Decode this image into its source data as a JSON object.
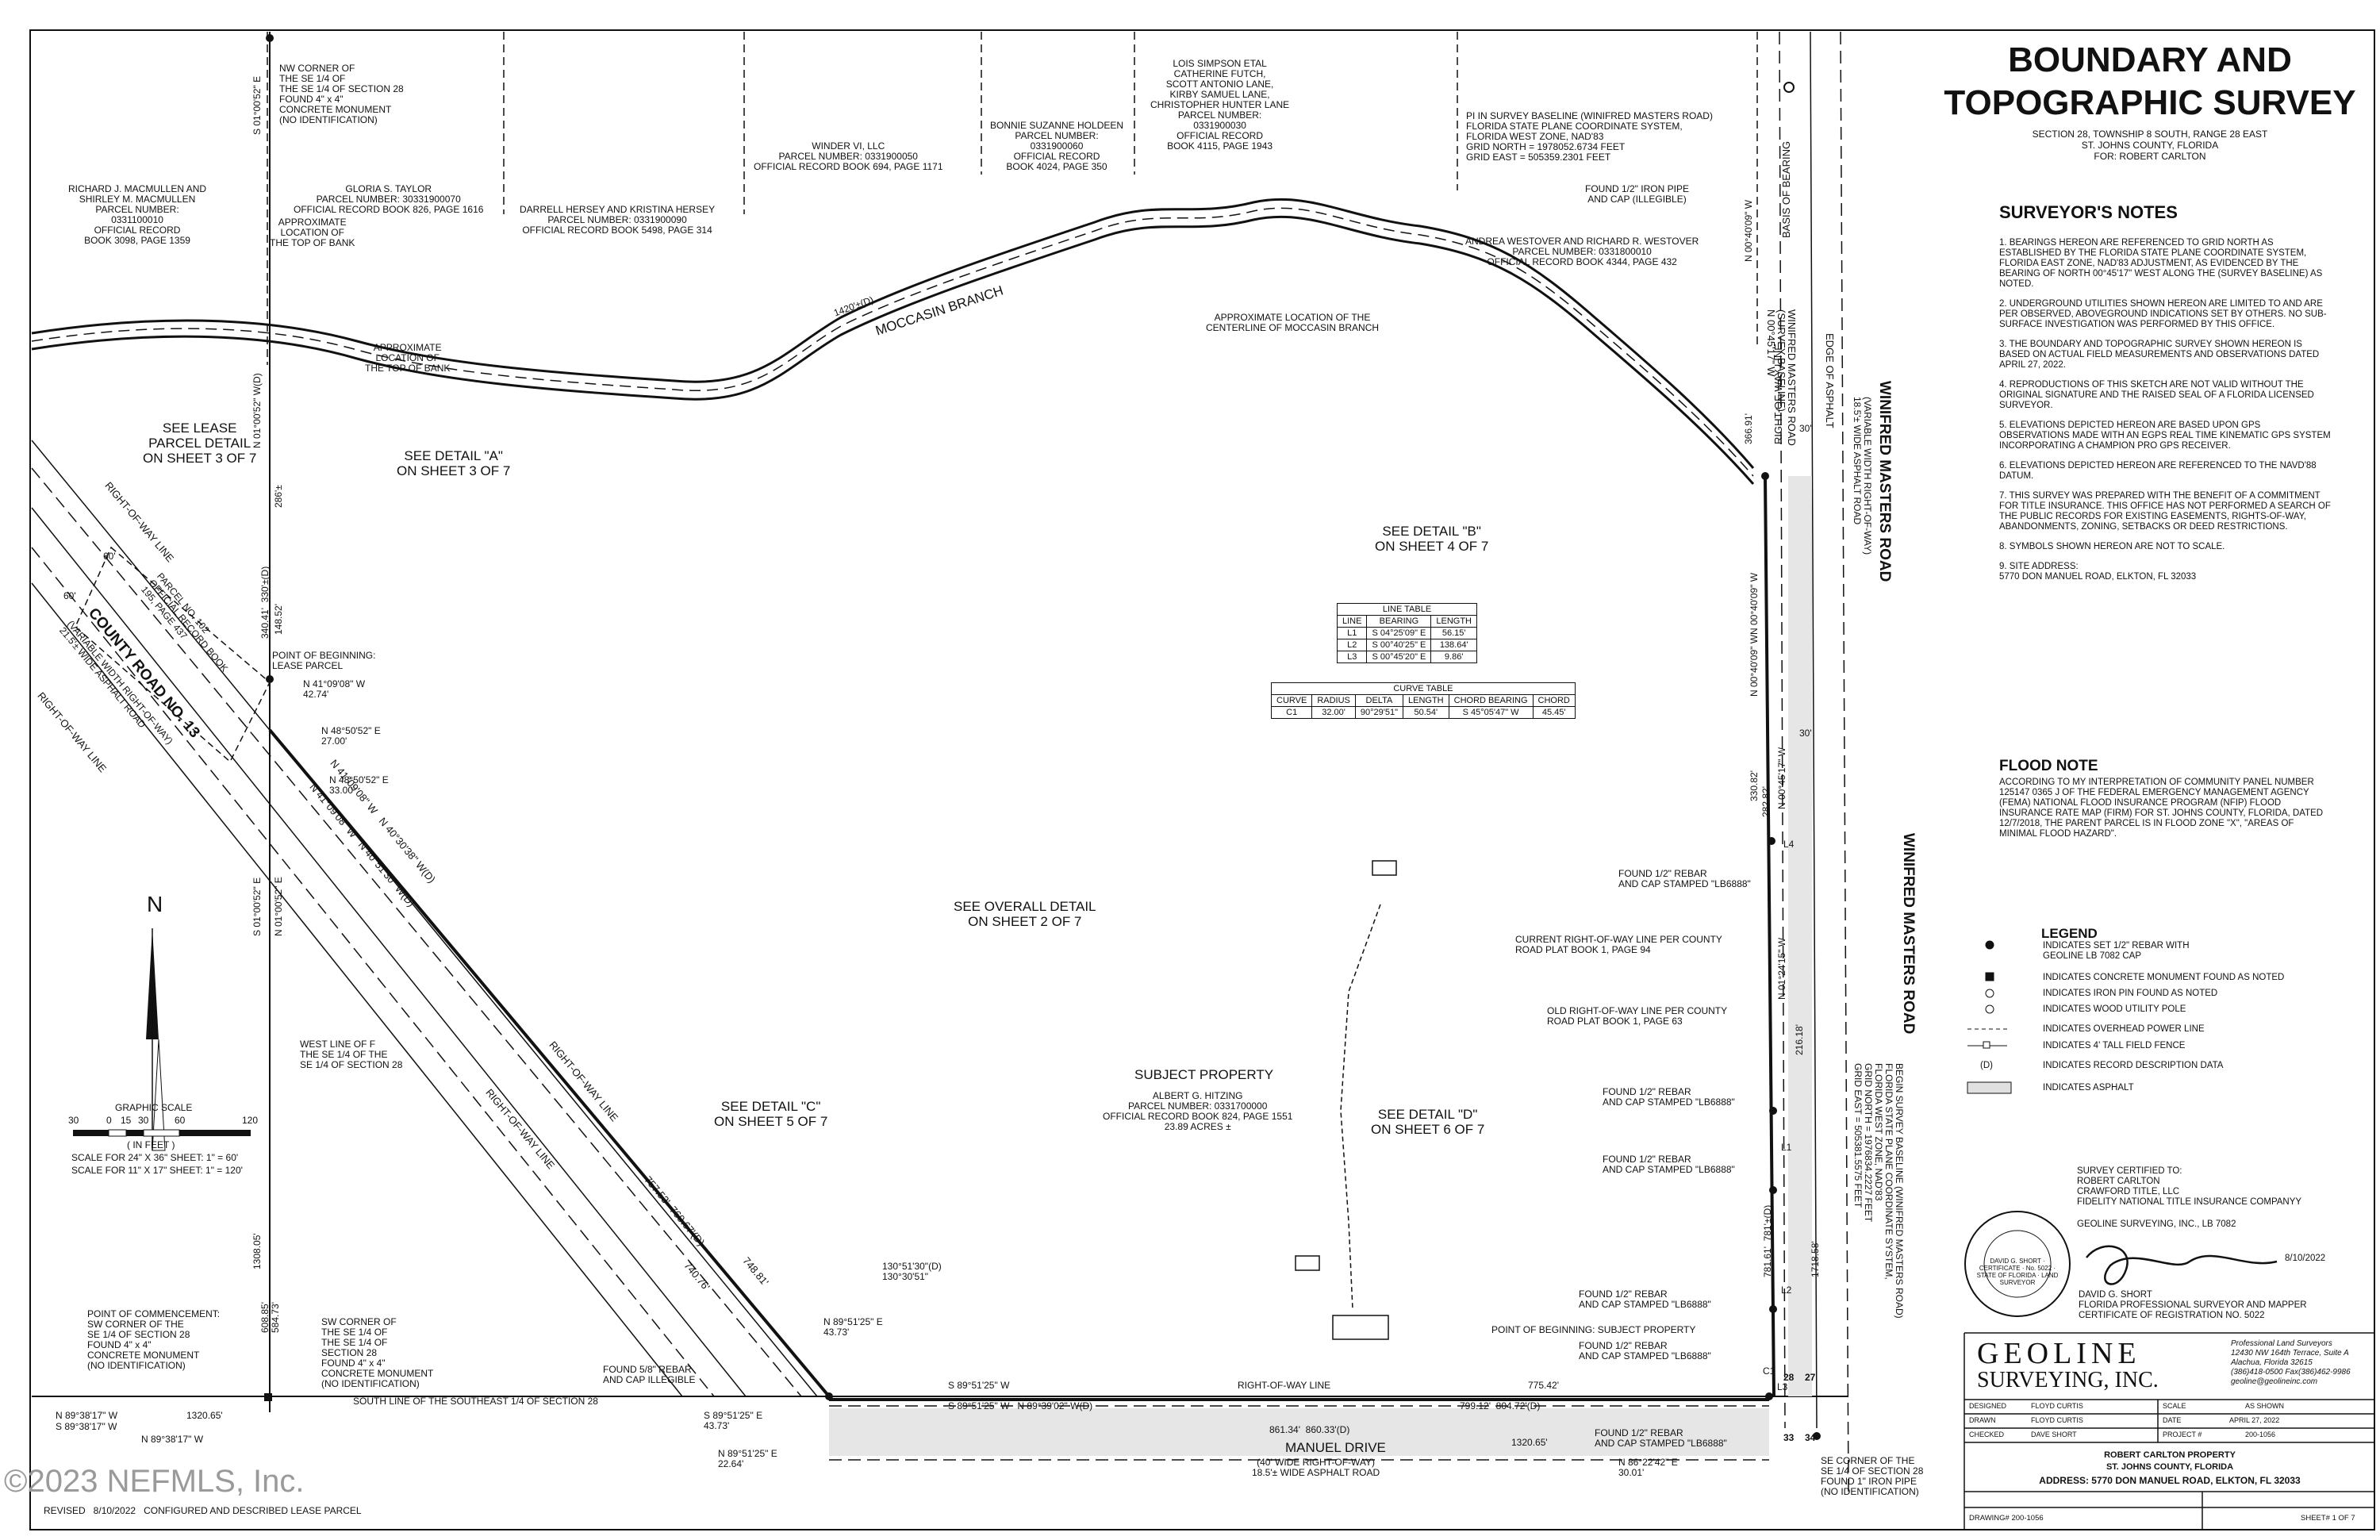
{
  "title_block": {
    "title_line1": "BOUNDARY AND",
    "title_line2": "TOPOGRAPHIC SURVEY",
    "sub1": "SECTION 28, TOWNSHIP 8 SOUTH, RANGE 28 EAST",
    "sub2": "ST. JOHNS COUNTY, FLORIDA",
    "sub3": "FOR: ROBERT CARLTON",
    "notes_heading": "SURVEYOR'S NOTES",
    "notes": [
      "1.  BEARINGS HEREON ARE REFERENCED TO GRID NORTH AS ESTABLISHED BY THE FLORIDA STATE PLANE COORDINATE SYSTEM, FLORIDA EAST ZONE, NAD'83 ADJUSTMENT, AS EVIDENCED BY THE BEARING OF NORTH 00°45'17\" WEST ALONG THE (SURVEY BASELINE) AS NOTED.",
      "2.  UNDERGROUND UTILITIES SHOWN HEREON ARE LIMITED TO AND ARE PER OBSERVED, ABOVEGROUND INDICATIONS SET BY OTHERS. NO SUB-SURFACE INVESTIGATION WAS PERFORMED BY THIS OFFICE.",
      "3.  THE BOUNDARY AND TOPOGRAPHIC SURVEY SHOWN HEREON IS BASED ON ACTUAL FIELD MEASUREMENTS AND OBSERVATIONS DATED APRIL 27, 2022.",
      "4.  REPRODUCTIONS OF THIS SKETCH ARE NOT VALID WITHOUT THE ORIGINAL SIGNATURE AND THE RAISED SEAL OF A FLORIDA LICENSED SURVEYOR.",
      "5.  ELEVATIONS DEPICTED HEREON ARE BASED UPON GPS OBSERVATIONS MADE WITH AN EGPS REAL TIME KINEMATIC GPS SYSTEM INCORPORATING A CHAMPION PRO GPS RECEIVER.",
      "6.  ELEVATIONS DEPICTED HEREON ARE REFERENCED TO THE NAVD'88 DATUM.",
      "7.  THIS SURVEY WAS PREPARED WITH THE BENEFIT OF A COMMITMENT FOR TITLE INSURANCE. THIS OFFICE HAS NOT PERFORMED A SEARCH OF THE PUBLIC RECORDS FOR EXISTING EASEMENTS, RIGHTS-OF-WAY, ABANDONMENTS, ZONING, SETBACKS OR DEED RESTRICTIONS.",
      "8.  SYMBOLS SHOWN HEREON ARE NOT TO SCALE.",
      "9.  SITE ADDRESS:\n5770 DON MANUEL ROAD, ELKTON, FL 32033"
    ],
    "flood_heading": "FLOOD NOTE",
    "flood_text": "ACCORDING TO MY INTERPRETATION OF COMMUNITY PANEL NUMBER 125147 0365 J OF THE FEDERAL EMERGENCY MANAGEMENT AGENCY (FEMA) NATIONAL FLOOD INSURANCE PROGRAM (NFIP) FLOOD INSURANCE RATE MAP (FIRM) FOR ST. JOHNS COUNTY, FLORIDA, DATED 12/7/2018, THE PARENT PARCEL IS IN FLOOD ZONE \"X\", \"AREAS OF MINIMAL FLOOD HAZARD\".",
    "legend_heading": "LEGEND",
    "legend": [
      "INDICATES SET 1/2\" REBAR WITH\nGEOLINE LB 7082 CAP",
      "INDICATES CONCRETE MONUMENT FOUND AS NOTED",
      "INDICATES IRON PIN FOUND AS NOTED",
      "INDICATES WOOD UTILITY POLE",
      "INDICATES OVERHEAD POWER LINE",
      "INDICATES 4' TALL FIELD FENCE",
      "INDICATES RECORD DESCRIPTION DATA",
      "INDICATES ASPHALT"
    ],
    "legend_record_symbol": "(D)",
    "certified_to": "SURVEY CERTIFIED TO:\nROBERT CARLTON\nCRAWFORD TITLE, LLC\nFIDELITY NATIONAL TITLE INSURANCE COMPANYY",
    "geoline_lb": "GEOLINE SURVEYING, INC., LB 7082",
    "signature": "David G. Short",
    "signature_date": "8/10/2022",
    "surveyor": "DAVID G. SHORT\nFLORIDA PROFESSIONAL SURVEYOR AND MAPPER\nCERTIFICATE OF REGISTRATION NO. 5022",
    "seal_text": "DAVID G. SHORT · CERTIFICATE · No. 5022 · STATE OF FLORIDA · LAND SURVEYOR",
    "company_line1": "GEOLINE",
    "company_line2": "SURVEYING, INC.",
    "company_info": "Professional Land Surveyors\n12430 NW 164th Terrace, Suite A\nAlachua, Florida 32615\n(386)418-0500 Fax(386)462-9986\ngeoline@geolineinc.com",
    "block_rows": [
      [
        "DESIGNED",
        "FLOYD CURTIS",
        "SCALE",
        "AS SHOWN"
      ],
      [
        "DRAWN",
        "FLOYD CURTIS",
        "DATE",
        "APRIL 27, 2022"
      ],
      [
        "CHECKED",
        "DAVE SHORT",
        "PROJECT #",
        "200-1056"
      ]
    ],
    "project_name": "ROBERT CARLTON PROPERTY",
    "project_county": "ST. JOHNS COUNTY, FLORIDA",
    "project_address": "ADDRESS: 5770 DON MANUEL ROAD, ELKTON, FL 32033",
    "drawing_no": "DRAWING# 200-1056",
    "sheet_no": "SHEET# 1 OF 7"
  },
  "line_table": {
    "caption": "LINE TABLE",
    "headers": [
      "LINE",
      "BEARING",
      "LENGTH"
    ],
    "rows": [
      [
        "L1",
        "S 04°25'09\" E",
        "56.15'"
      ],
      [
        "L2",
        "S 00°40'25\" E",
        "138.64'"
      ],
      [
        "L3",
        "S 00°45'20\" E",
        "9.86'"
      ]
    ]
  },
  "curve_table": {
    "caption": "CURVE TABLE",
    "headers": [
      "CURVE",
      "RADIUS",
      "DELTA",
      "LENGTH",
      "CHORD BEARING",
      "CHORD"
    ],
    "rows": [
      [
        "C1",
        "32.00'",
        "90°29'51\"",
        "50.54'",
        "S 45°05'47\" W",
        "45.45'"
      ]
    ]
  },
  "plan": {
    "subject_property": "SUBJECT PROPERTY",
    "subject_owner": "ALBERT G. HITZING\nPARCEL NUMBER: 0331700000\nOFFICIAL RECORD BOOK 824, PAGE 1551\n23.89 ACRES ±",
    "detail_a": "SEE DETAIL \"A\"\nON SHEET 3 OF 7",
    "detail_b": "SEE DETAIL \"B\"\nON SHEET 4 OF 7",
    "detail_c": "SEE DETAIL \"C\"\nON SHEET 5 OF 7",
    "detail_d": "SEE DETAIL \"D\"\nON SHEET 6 OF 7",
    "overall": "SEE OVERALL DETAIL\nON SHEET 2 OF 7",
    "lease": "SEE LEASE\nPARCEL DETAIL\nON SHEET 3 OF 7",
    "moccasin": "MOCCASIN BRANCH",
    "moccasin_len": "1420'±(D)",
    "moccasin_note": "APPROXIMATE LOCATION OF THE\nCENTERLINE OF MOCCASIN BRANCH",
    "top_bank_1": "APPROXIMATE\nLOCATION OF\nTHE TOP OF BANK",
    "top_bank_2": "APPROXIMATE\nLOCATION OF\nTHE TOP OF BANK",
    "nw_corner": "NW CORNER OF\nTHE SE 1/4 OF\nTHE SE 1/4 OF SECTION 28\nFOUND 4\" x 4\"\nCONCRETE MONUMENT\n(NO IDENTIFICATION)",
    "macmullen": "RICHARD J. MACMULLEN AND\nSHIRLEY M. MACMULLEN\nPARCEL NUMBER:\n0331100010\nOFFICIAL RECORD\nBOOK 3098, PAGE 1359",
    "taylor": "GLORIA S. TAYLOR\nPARCEL NUMBER: 30331900070\nOFFICIAL RECORD BOOK 826, PAGE 1616",
    "hersey": "DARRELL HERSEY AND KRISTINA HERSEY\nPARCEL NUMBER: 0331900090\nOFFICIAL RECORD BOOK 5498, PAGE 314",
    "winder": "WINDER VI, LLC\nPARCEL NUMBER: 0331900050\nOFFICIAL RECORD BOOK 694, PAGE 1171",
    "holdeen": "BONNIE SUZANNE HOLDEEN\nPARCEL NUMBER:\n0331900060\nOFFICIAL RECORD\nBOOK 4024, PAGE 350",
    "simpson": "LOIS SIMPSON ETAL\nCATHERINE FUTCH,\nSCOTT ANTONIO LANE,\nKIRBY SAMUEL LANE,\nCHRISTOPHER HUNTER LANE\nPARCEL NUMBER:\n0331900030\nOFFICIAL RECORD\nBOOK 4115, PAGE 1943",
    "pi_baseline": "PI IN SURVEY BASELINE (WINIFRED MASTERS ROAD)\nFLORIDA STATE PLANE COORDINATE SYSTEM,\nFLORIDA WEST ZONE, NAD'83\nGRID NORTH = 1978052.6734 FEET\nGRID EAST = 505359.2301 FEET",
    "iron_pipe": "FOUND 1/2\" IRON PIPE\nAND CAP (ILLEGIBLE)",
    "westover": "ANDREA WESTOVER AND RICHARD R. WESTOVER\nPARCEL NUMBER: 0331800010\nOFFICIAL RECORD BOOK 4344, PAGE 432",
    "winifred_road": "WINIFRED MASTERS ROAD",
    "winifred_row": "(VARIABLE WIDTH RIGHT-OF-WAY)\n18.5'± WIDE ASPHALT ROAD",
    "winifred_road_2": "WINIFRED MASTERS ROAD\n(SURVEY BASELINE)\nN 00°45'17\" W",
    "basis": "BASIS OF BEARING",
    "edge_asphalt": "EDGE OF ASPHALT",
    "row_line": "RIGHT-OF-WAY LINE",
    "county_road": "COUNTY ROAD NO. 13",
    "county_row": "(VARIABLE WIDTH RIGHT-OF-WAY)\n21.5'± WIDE ASPHALT ROAD",
    "parcel_102": "PARCEL NO. 102\nOFFICIAL RECORD BOOK\n195, PAGE 437",
    "pob_lease": "POINT OF BEGINNING:\nLEASE PARCEL",
    "b_n41": "N 41°09'08\" W\n42.74'",
    "b_n48a": "N 48°50'52\" E\n27.00'",
    "b_n48b": "N 48°50'52\" E\n33.00'",
    "b_diag": "N 41°09'08\" W   N 40°30'38\" W(D)",
    "b_diag2": "N 41°09'08\" W   N 40°51'30\" W(D)",
    "b_757": "757.53'  760.67'(D)",
    "b_748": "748.81'",
    "b_740": "740.76'",
    "b_130": "130°51'30\"(D)\n130°30'51\"",
    "b_n89": "N 89°51'25\" E\n43.73'",
    "b_s89a": "S 89°51'25\" E\n43.73'",
    "b_n89b": "N 89°51'25\" E\n22.64'",
    "b_s89_row": "S 89°51'25\" W",
    "b_s89_row2": "S 89°51'25\" W   N 89°39'02\" W(D)",
    "b_799": "799.12'  804.72'(D)",
    "b_775": "775.42'",
    "b_861": "861.34'  860.33'(D)",
    "b_1320a": "1320.65'",
    "b_1320b": "1320.65'",
    "b_n89_38": "N 89°38'17\" W",
    "b_s89_38": "S 89°38'17\" W",
    "south_line": "SOUTH LINE OF THE SOUTHEAST 1/4 OF SECTION 28",
    "manuel_drive": "MANUEL DRIVE",
    "manuel_row": "(40' WIDE RIGHT-OF-WAY)\n18.5'± WIDE ASPHALT ROAD",
    "commence": "POINT OF COMMENCEMENT:\nSW CORNER OF THE\nSE 1/4 OF SECTION 28\nFOUND 4\" x 4\"\nCONCRETE MONUMENT\n(NO IDENTIFICATION)",
    "sw_corner": "SW CORNER OF\nTHE SE 1/4 OF\nTHE SE 1/4 OF\nSECTION 28\nFOUND 4\" x 4\"\nCONCRETE MONUMENT\n(NO IDENTIFICATION)",
    "west_line": "WEST LINE OF F\nTHE SE 1/4 OF THE\nSE 1/4 OF SECTION 28",
    "rebar_58": "FOUND 5/8\" REBAR\nAND CAP ILLEGIBLE",
    "pob_subject": "POINT OF BEGINNING: SUBJECT PROPERTY",
    "rebar_b1": "FOUND 1/2\" REBAR\nAND CAP STAMPED \"LB6888\"",
    "rebar_b2": "FOUND 1/2\" REBAR\nAND CAP STAMPED \"LB6888\"",
    "rebar_b3": "FOUND 1/2\" REBAR\nAND CAP STAMPED \"LB6888\"",
    "rebar_b4": "FOUND 1/2\" REBAR\nAND CAP STAMPED \"LB6888\"",
    "rebar_b5": "FOUND 1/2\" REBAR\nAND CAP STAMPED \"LB6888\"",
    "rebar_b6": "FOUND 1/2\" REBAR\nAND CAP STAMPED \"LB6888\"",
    "rebar_b7": "FOUND 1/2\" REBAR\nAND CAP STAMPED \"LB6888\"",
    "current_row": "CURRENT RIGHT-OF-WAY LINE PER COUNTY\nROAD PLAT BOOK 1, PAGE 94",
    "old_row": "OLD RIGHT-OF-WAY LINE PER COUNTY\nROAD PLAT BOOK 1, PAGE 63",
    "n86": "N 86°22'42\" E\n30.01'",
    "se_corner": "SE CORNER OF THE\nSE 1/4 OF SECTION 28\nFOUND 1\" IRON PIPE\n(NO IDENTIFICATION)",
    "begin_baseline": "BEGIN SURVEY BASELINE (WINIFRED MASTERS ROAD)\nFLORIDA STATE PLANE COORDINATE SYSTEM,\nFLORIDA WEST ZONE, NAD'83\nGRID NORTH = 1976834.2227 FEET\nGRID EAST = 505381.5575 FEET",
    "sec_28": "28",
    "sec_27": "27",
    "sec_33": "33",
    "sec_34": "34",
    "v_s01a": "S 01°00'52\" E",
    "v_n00a": "N 01°00'52\" W(D)",
    "v_286": "286'±",
    "v_340": "340.41'  330'±(D)",
    "v_148": "148.52'",
    "v_s01b": "S 01°00'52\" E",
    "v_n01b": "N 01°00'52\" E",
    "v_1308": "1308.05'",
    "v_1308b": "608.85'\n584.73'",
    "v_n00_40": "N 00°40'09\" W",
    "v_366": "366.91'",
    "v_n00_40b": "N 00°40'09\" W",
    "v_n00_40c": "N 00°40'09\" W",
    "v_330": "330.82'",
    "v_282": "282.82'",
    "v_n00_45": "N 00°45'17\" W",
    "v_n01_24": "N 01°24'15\" W",
    "v_216": "216.18'",
    "v_781": "781.61'  781'±(D)",
    "v_1718": "1718.58'",
    "v_c1": "C1",
    "v_l1": "L1",
    "v_l2": "L2",
    "v_l3": "L3",
    "v_l4": "L4",
    "v_30": "30'",
    "v_30b": "30'",
    "v_60": "60'",
    "v_60b": "60'",
    "north": "N",
    "scale_title": "GRAPHIC SCALE",
    "scale_nums": [
      "30",
      "0",
      "15",
      "30",
      "60",
      "120"
    ],
    "scale_unit": "( IN FEET )",
    "scale_24": "SCALE FOR 24\" X 36\" SHEET: 1\" = 60'",
    "scale_11": "SCALE FOR 11\" X 17\" SHEET: 1\" = 120'",
    "revised": "REVISED   8/10/2022   CONFIGURED AND DESCRIBED LEASE PARCEL",
    "watermark": "©2023 NEFMLS, Inc."
  }
}
